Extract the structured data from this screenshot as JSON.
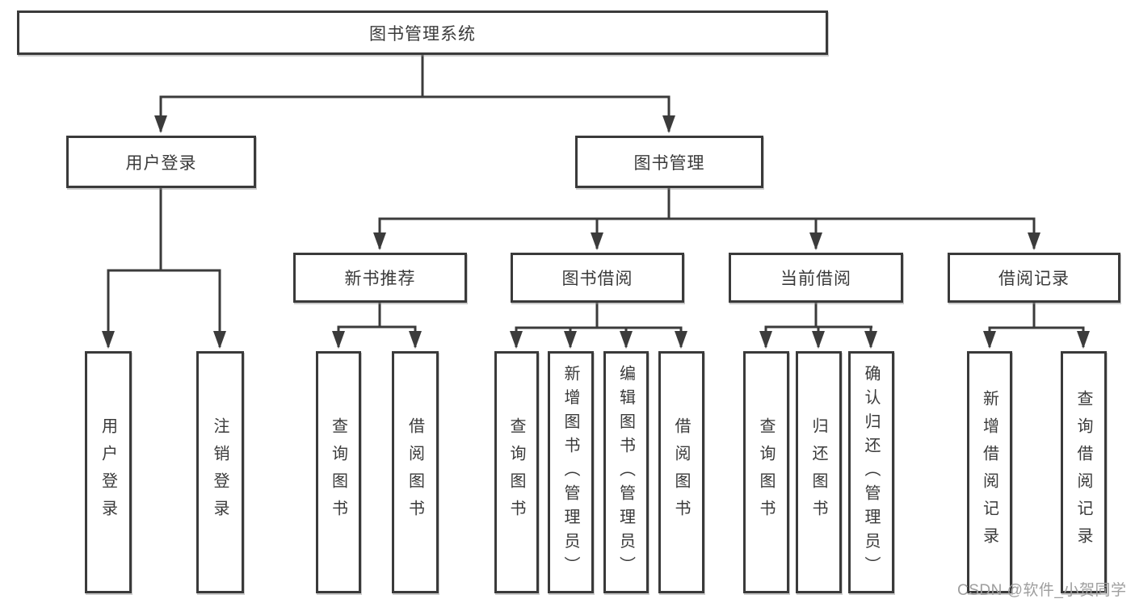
{
  "tree": {
    "label": "图书管理系统",
    "children": [
      {
        "label": "用户登录",
        "children": [
          {
            "label": "用户登录"
          },
          {
            "label": "注销登录"
          }
        ]
      },
      {
        "label": "图书管理",
        "children": [
          {
            "label": "新书推荐",
            "children": [
              {
                "label": "查询图书"
              },
              {
                "label": "借阅图书"
              }
            ]
          },
          {
            "label": "图书借阅",
            "children": [
              {
                "label": "查询图书"
              },
              {
                "label": "新增图书（管理员）"
              },
              {
                "label": "编辑图书（管理员）"
              },
              {
                "label": "借阅图书"
              }
            ]
          },
          {
            "label": "当前借阅",
            "children": [
              {
                "label": "查询图书"
              },
              {
                "label": "归还图书"
              },
              {
                "label": "确认归还（管理员）"
              }
            ]
          },
          {
            "label": "借阅记录",
            "children": [
              {
                "label": "新增借阅记录"
              },
              {
                "label": "查询借阅记录"
              }
            ]
          }
        ]
      }
    ]
  },
  "watermark": {
    "text": "CSDN @软件_小贺同学"
  },
  "colors": {
    "line": "#3b3b3b",
    "box_border": "#3a3a3a",
    "text": "#3a3a3a",
    "watermark": "#9e9e9e",
    "background": "#ffffff"
  }
}
